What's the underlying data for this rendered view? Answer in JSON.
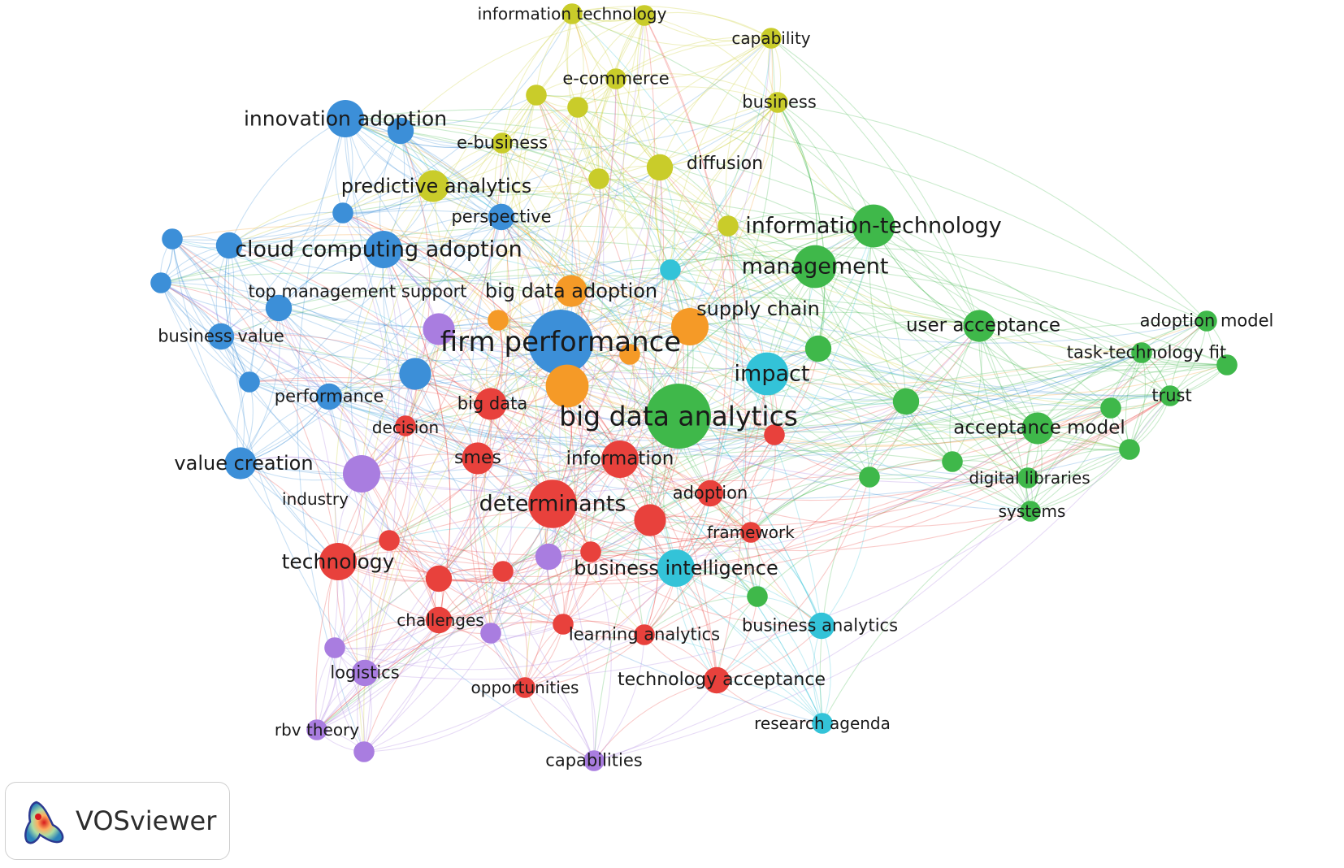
{
  "app": {
    "logo_text": "VOSviewer"
  },
  "clusters": {
    "red": "#e8413c",
    "green": "#3fb84a",
    "blue": "#3c8fd8",
    "yellow": "#c9cc2a",
    "purple": "#a97de0",
    "cyan": "#33c3d8",
    "orange": "#f59a27"
  },
  "nodes": [
    {
      "id": "firm-performance",
      "label": "firm performance",
      "cluster": "blue",
      "weight": 10
    },
    {
      "id": "big-data-analytics",
      "label": "big data analytics",
      "cluster": "green",
      "weight": 10
    },
    {
      "id": "information-technology-hyphen",
      "label": "information-technology",
      "cluster": "green",
      "weight": 6
    },
    {
      "id": "management",
      "label": "management",
      "cluster": "green",
      "weight": 6
    },
    {
      "id": "user-acceptance",
      "label": "user acceptance",
      "cluster": "green",
      "weight": 4
    },
    {
      "id": "adoption-model",
      "label": "adoption model",
      "cluster": "green",
      "weight": 2
    },
    {
      "id": "task-technology-fit",
      "label": "task-technology fit",
      "cluster": "green",
      "weight": 2
    },
    {
      "id": "trust",
      "label": "trust",
      "cluster": "green",
      "weight": 2
    },
    {
      "id": "acceptance-model",
      "label": "acceptance model",
      "cluster": "green",
      "weight": 4
    },
    {
      "id": "digital-libraries",
      "label": "digital libraries",
      "cluster": "green",
      "weight": 2
    },
    {
      "id": "systems",
      "label": "systems",
      "cluster": "green",
      "weight": 2
    },
    {
      "id": "green-n1",
      "label": "",
      "cluster": "green",
      "weight": 3
    },
    {
      "id": "green-n2",
      "label": "",
      "cluster": "green",
      "weight": 3
    },
    {
      "id": "green-n3",
      "label": "",
      "cluster": "green",
      "weight": 2
    },
    {
      "id": "green-n4",
      "label": "",
      "cluster": "green",
      "weight": 2
    },
    {
      "id": "green-n5",
      "label": "",
      "cluster": "green",
      "weight": 2
    },
    {
      "id": "green-n6",
      "label": "",
      "cluster": "green",
      "weight": 2
    },
    {
      "id": "green-n7",
      "label": "",
      "cluster": "green",
      "weight": 2
    },
    {
      "id": "green-n8",
      "label": "",
      "cluster": "green",
      "weight": 2
    },
    {
      "id": "innovation-adoption",
      "label": "innovation adoption",
      "cluster": "blue",
      "weight": 5
    },
    {
      "id": "cloud-computing-adoption",
      "label": "cloud computing adoption",
      "cluster": "blue",
      "weight": 5
    },
    {
      "id": "top-management-support",
      "label": "top management support",
      "cluster": "blue",
      "weight": 3
    },
    {
      "id": "business-value",
      "label": "business value",
      "cluster": "blue",
      "weight": 3
    },
    {
      "id": "performance",
      "label": "performance",
      "cluster": "blue",
      "weight": 3
    },
    {
      "id": "value-creation",
      "label": "value creation",
      "cluster": "blue",
      "weight": 4
    },
    {
      "id": "perspective",
      "label": "perspective",
      "cluster": "blue",
      "weight": 3
    },
    {
      "id": "blue-n1",
      "label": "",
      "cluster": "blue",
      "weight": 3
    },
    {
      "id": "blue-n2",
      "label": "",
      "cluster": "blue",
      "weight": 2
    },
    {
      "id": "blue-n3",
      "label": "",
      "cluster": "blue",
      "weight": 2
    },
    {
      "id": "blue-n4",
      "label": "",
      "cluster": "blue",
      "weight": 2
    },
    {
      "id": "blue-n5",
      "label": "",
      "cluster": "blue",
      "weight": 4
    },
    {
      "id": "blue-n6",
      "label": "",
      "cluster": "blue",
      "weight": 2
    },
    {
      "id": "blue-n7",
      "label": "",
      "cluster": "blue",
      "weight": 3
    },
    {
      "id": "information-technology",
      "label": "information technology",
      "cluster": "yellow",
      "weight": 2
    },
    {
      "id": "capability",
      "label": "capability",
      "cluster": "yellow",
      "weight": 2
    },
    {
      "id": "e-commerce",
      "label": "e-commerce",
      "cluster": "yellow",
      "weight": 2
    },
    {
      "id": "business",
      "label": "business",
      "cluster": "yellow",
      "weight": 2
    },
    {
      "id": "e-business",
      "label": "e-business",
      "cluster": "yellow",
      "weight": 2
    },
    {
      "id": "diffusion",
      "label": "diffusion",
      "cluster": "yellow",
      "weight": 3
    },
    {
      "id": "predictive-analytics",
      "label": "predictive analytics",
      "cluster": "yellow",
      "weight": 4
    },
    {
      "id": "yellow-n1",
      "label": "",
      "cluster": "yellow",
      "weight": 2
    },
    {
      "id": "yellow-n2",
      "label": "",
      "cluster": "yellow",
      "weight": 2
    },
    {
      "id": "yellow-n3",
      "label": "",
      "cluster": "yellow",
      "weight": 2
    },
    {
      "id": "yellow-n4",
      "label": "",
      "cluster": "yellow",
      "weight": 2
    },
    {
      "id": "yellow-n5",
      "label": "",
      "cluster": "yellow",
      "weight": 2
    },
    {
      "id": "big-data-adoption",
      "label": "big data adoption",
      "cluster": "orange",
      "weight": 4
    },
    {
      "id": "supply-chain",
      "label": "supply chain",
      "cluster": "orange",
      "weight": 5
    },
    {
      "id": "orange-n1",
      "label": "",
      "cluster": "orange",
      "weight": 6
    },
    {
      "id": "orange-n2",
      "label": "",
      "cluster": "orange",
      "weight": 2
    },
    {
      "id": "orange-n3",
      "label": "",
      "cluster": "orange",
      "weight": 2
    },
    {
      "id": "impact",
      "label": "impact",
      "cluster": "cyan",
      "weight": 6
    },
    {
      "id": "business-intelligence",
      "label": "business intelligence",
      "cluster": "cyan",
      "weight": 5
    },
    {
      "id": "business-analytics",
      "label": "business analytics",
      "cluster": "cyan",
      "weight": 3
    },
    {
      "id": "research-agenda",
      "label": "research agenda",
      "cluster": "cyan",
      "weight": 2
    },
    {
      "id": "cyan-n1",
      "label": "",
      "cluster": "cyan",
      "weight": 2
    },
    {
      "id": "big-data",
      "label": "big data",
      "cluster": "red",
      "weight": 4
    },
    {
      "id": "decision",
      "label": "decision",
      "cluster": "red",
      "weight": 2
    },
    {
      "id": "smes",
      "label": "smes",
      "cluster": "red",
      "weight": 4
    },
    {
      "id": "information",
      "label": "information",
      "cluster": "red",
      "weight": 5
    },
    {
      "id": "determinants",
      "label": "determinants",
      "cluster": "red",
      "weight": 7
    },
    {
      "id": "adoption",
      "label": "adoption",
      "cluster": "red",
      "weight": 3
    },
    {
      "id": "framework",
      "label": "framework",
      "cluster": "red",
      "weight": 2
    },
    {
      "id": "technology",
      "label": "technology",
      "cluster": "red",
      "weight": 5
    },
    {
      "id": "challenges",
      "label": "challenges",
      "cluster": "red",
      "weight": 3
    },
    {
      "id": "learning-analytics",
      "label": "learning analytics",
      "cluster": "red",
      "weight": 2
    },
    {
      "id": "opportunities",
      "label": "opportunities",
      "cluster": "red",
      "weight": 2
    },
    {
      "id": "technology-acceptance",
      "label": "technology acceptance",
      "cluster": "red",
      "weight": 3
    },
    {
      "id": "red-n1",
      "label": "",
      "cluster": "red",
      "weight": 4
    },
    {
      "id": "red-n2",
      "label": "",
      "cluster": "red",
      "weight": 2
    },
    {
      "id": "red-n3",
      "label": "",
      "cluster": "red",
      "weight": 3
    },
    {
      "id": "red-n4",
      "label": "",
      "cluster": "red",
      "weight": 2
    },
    {
      "id": "red-n5",
      "label": "",
      "cluster": "red",
      "weight": 2
    },
    {
      "id": "red-n6",
      "label": "",
      "cluster": "red",
      "weight": 2
    },
    {
      "id": "red-n7",
      "label": "",
      "cluster": "red",
      "weight": 2
    },
    {
      "id": "industry",
      "label": "industry",
      "cluster": "purple",
      "weight": 5
    },
    {
      "id": "logistics",
      "label": "logistics",
      "cluster": "purple",
      "weight": 3
    },
    {
      "id": "rbv-theory",
      "label": "rbv theory",
      "cluster": "purple",
      "weight": 2
    },
    {
      "id": "capabilities",
      "label": "capabilities",
      "cluster": "purple",
      "weight": 2
    },
    {
      "id": "purple-n1",
      "label": "",
      "cluster": "purple",
      "weight": 4
    },
    {
      "id": "purple-n2",
      "label": "",
      "cluster": "purple",
      "weight": 3
    },
    {
      "id": "purple-n3",
      "label": "",
      "cluster": "purple",
      "weight": 2
    },
    {
      "id": "purple-n4",
      "label": "",
      "cluster": "purple",
      "weight": 2
    },
    {
      "id": "purple-n5",
      "label": "",
      "cluster": "purple",
      "weight": 2
    }
  ]
}
